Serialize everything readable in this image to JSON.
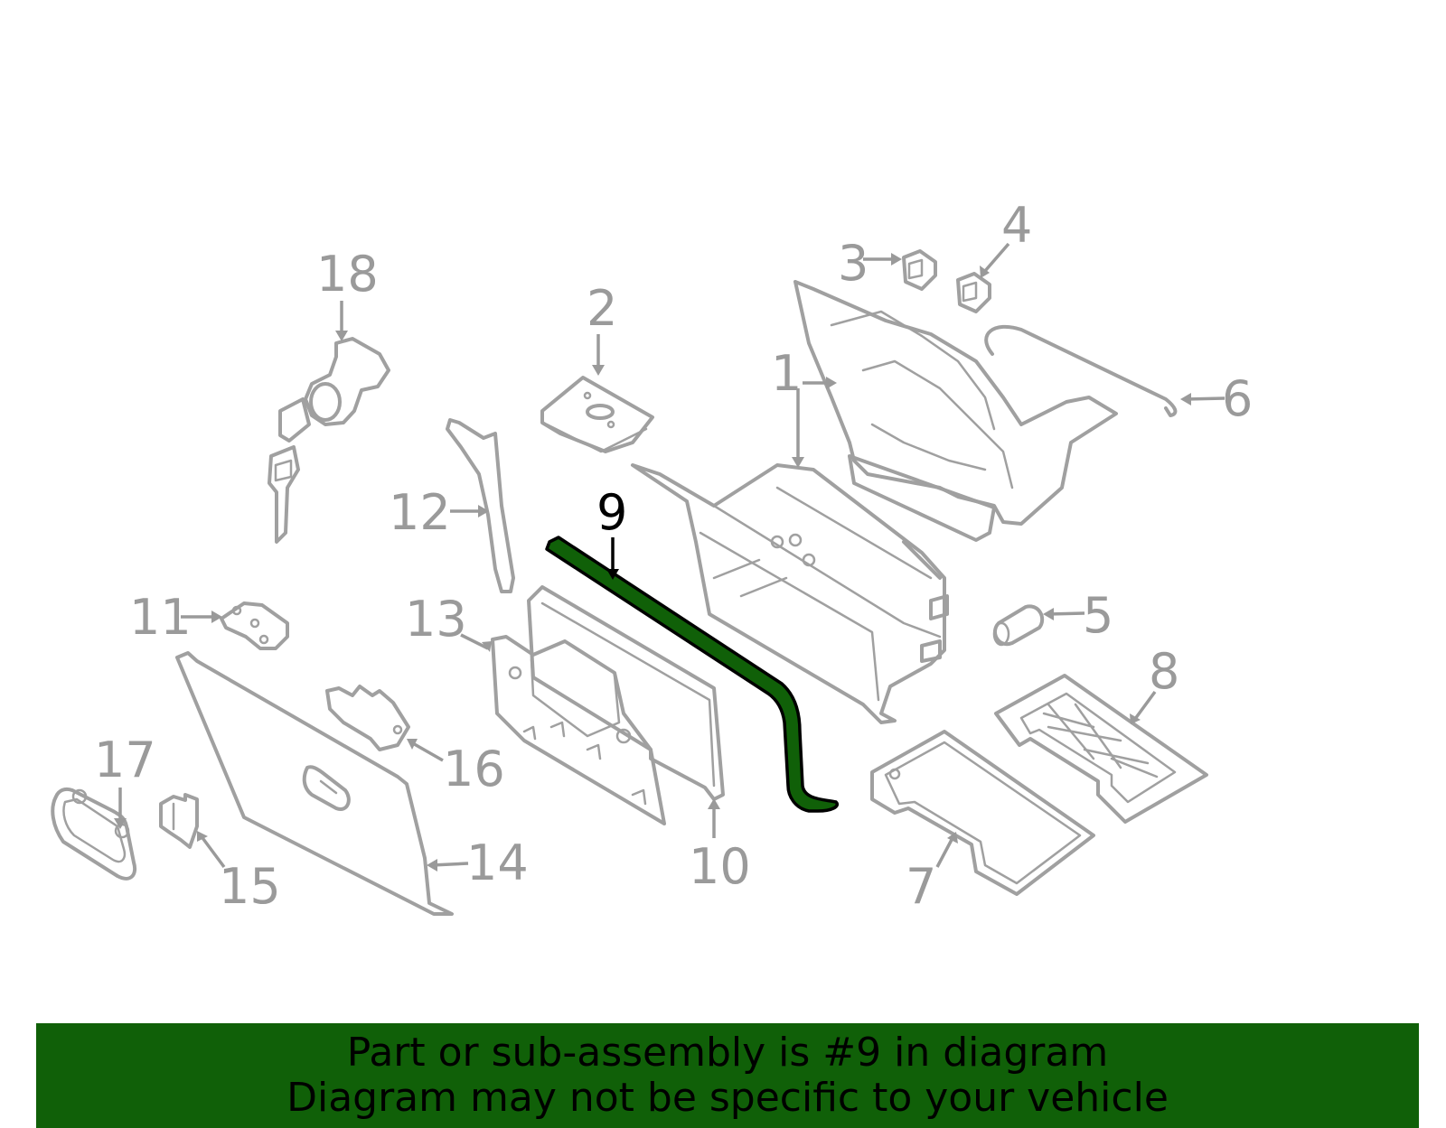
{
  "diagram": {
    "highlight_color": "#106008",
    "callouts": [
      {
        "id": "1",
        "label": "1"
      },
      {
        "id": "2",
        "label": "2"
      },
      {
        "id": "3",
        "label": "3"
      },
      {
        "id": "4",
        "label": "4"
      },
      {
        "id": "5",
        "label": "5"
      },
      {
        "id": "6",
        "label": "6"
      },
      {
        "id": "7",
        "label": "7"
      },
      {
        "id": "8",
        "label": "8"
      },
      {
        "id": "9",
        "label": "9",
        "active": true
      },
      {
        "id": "10",
        "label": "10"
      },
      {
        "id": "11",
        "label": "11"
      },
      {
        "id": "12",
        "label": "12"
      },
      {
        "id": "13",
        "label": "13"
      },
      {
        "id": "14",
        "label": "14"
      },
      {
        "id": "15",
        "label": "15"
      },
      {
        "id": "16",
        "label": "16"
      },
      {
        "id": "17",
        "label": "17"
      },
      {
        "id": "18",
        "label": "18"
      }
    ]
  },
  "banner": {
    "line1": "Part or sub-assembly is #9 in diagram",
    "line2": "Diagram may not be specific to your vehicle",
    "background": "#106008"
  }
}
